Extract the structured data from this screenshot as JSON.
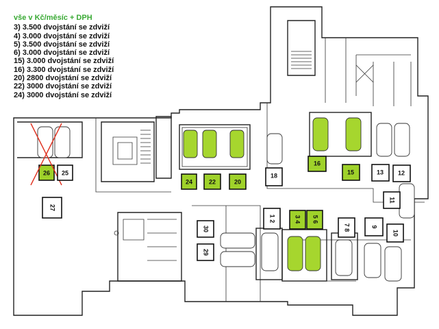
{
  "legend": {
    "title": "vše v  Kč/měsíc + DPH",
    "rows": [
      "3)   3.500  dvojstání se zdviží",
      "4)   3.000  dvojstání se zdviží",
      "5)   3.500  dvojstání se zdviží",
      "6)   3.000  dvojstání se zdviží",
      "15) 3.000 dvojstání se zdviží",
      "16) 3.300 dvojstání se zdviží",
      "20) 2800  dvojstání se zdviží",
      "22) 3000  dvojstání se zdviží",
      "24) 3000  dvojstání se zdviží"
    ]
  },
  "spaces": {
    "s26": "26",
    "s25": "25",
    "s27": "27",
    "s24": "24",
    "s22": "22",
    "s20": "20",
    "s18": "18",
    "s16": "16",
    "s15": "15",
    "s13": "13",
    "s12": "12",
    "s11": "11",
    "s12b": "1 2",
    "s34": "3 4",
    "s56": "5 6",
    "s78": "7 8",
    "s9": "9",
    "s10": "10",
    "s30": "30",
    "s29": "29"
  },
  "colors": {
    "highlight": "#9fd22a",
    "legend_title": "#3aaa35",
    "crossed": "#e0301e"
  }
}
